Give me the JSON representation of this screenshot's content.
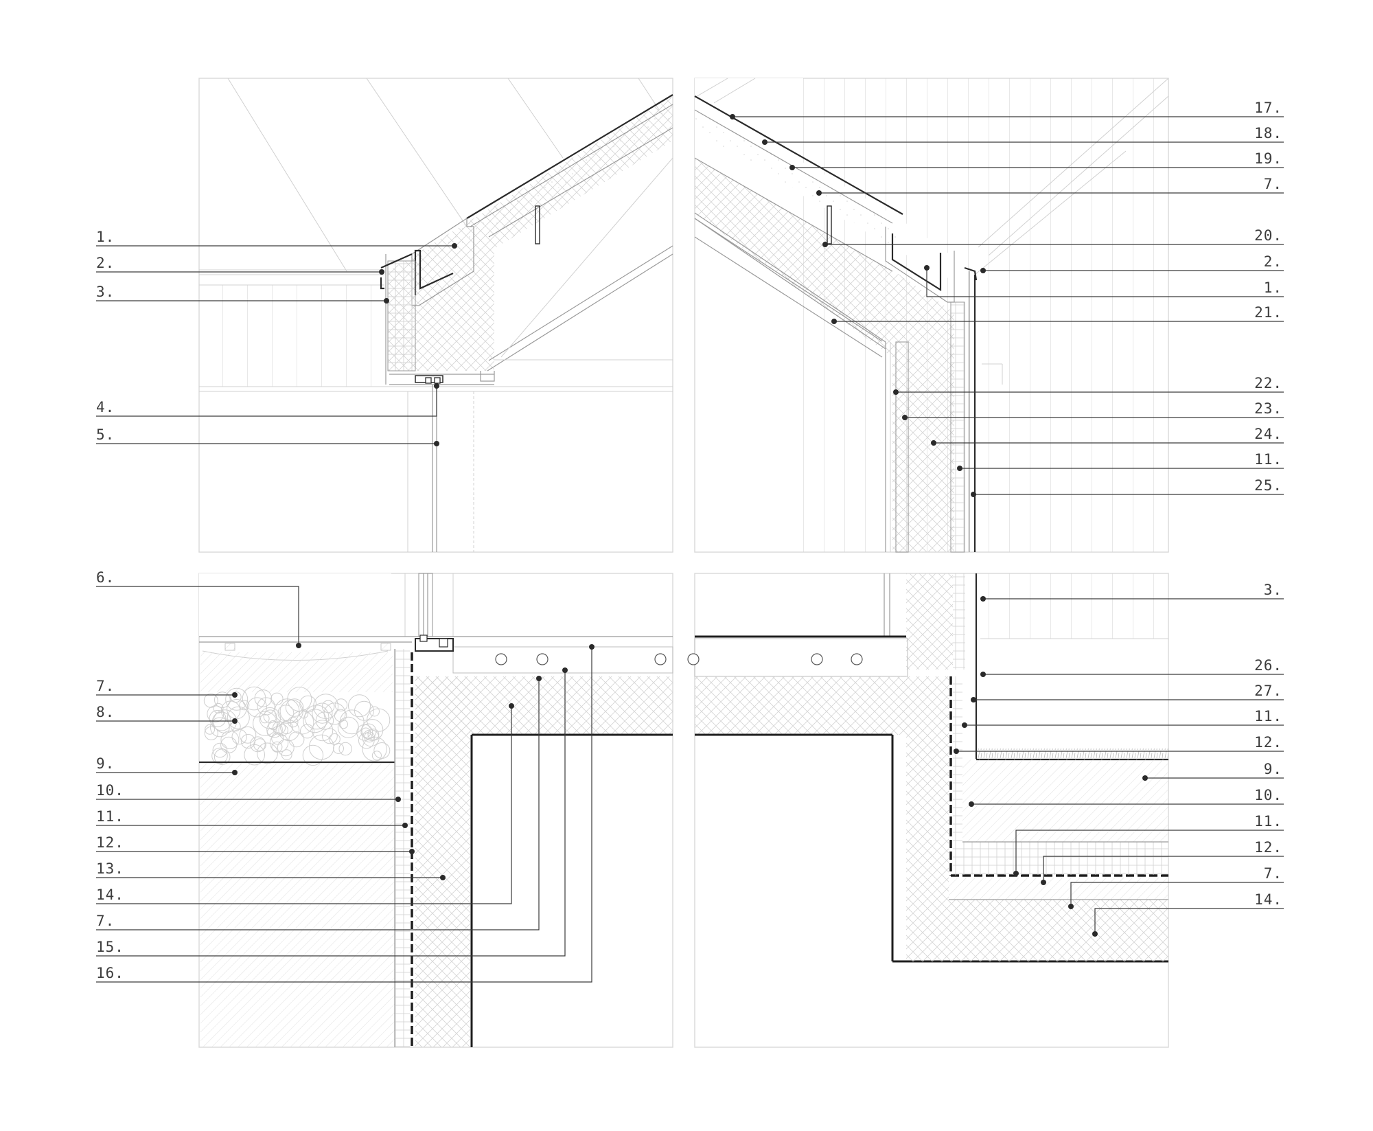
{
  "diagram": {
    "panels": [
      {
        "id": "top-left"
      },
      {
        "id": "top-right"
      },
      {
        "id": "bottom-left"
      },
      {
        "id": "bottom-right"
      }
    ],
    "labels_left_top": [
      "1.",
      "2.",
      "3.",
      "4.",
      "5."
    ],
    "labels_left_bottom": [
      "6.",
      "7.",
      "8.",
      "9.",
      "10.",
      "11.",
      "12.",
      "13.",
      "14.",
      "7.",
      "15.",
      "16."
    ],
    "labels_right_top": [
      "17.",
      "18.",
      "19.",
      "7.",
      "20.",
      "2.",
      "1.",
      "21.",
      "22.",
      "23.",
      "24.",
      "11.",
      "25."
    ],
    "labels_right_bottom": [
      "3.",
      "26.",
      "27.",
      "11.",
      "12.",
      "9.",
      "10.",
      "11.",
      "12.",
      "7.",
      "14."
    ]
  },
  "colors": {
    "line": "#2a2a2a",
    "frame": "#d9d9d9",
    "hatch": "#d4d4d4",
    "background": "#ffffff"
  }
}
